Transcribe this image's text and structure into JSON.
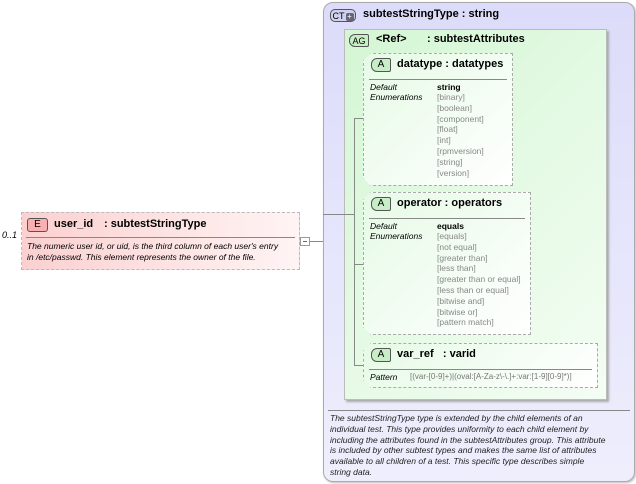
{
  "element": {
    "badge": "E",
    "name": "user_id",
    "type": ": subtestStringType",
    "occurrence": "0..1",
    "description": [
      "The numeric user id, or uid, is the third column of each user's entry",
      "in /etc/passwd.  This element represents the owner of the file."
    ]
  },
  "complex_type": {
    "badge": "CT",
    "title": "subtestStringType : string",
    "description": [
      "The subtestStringType type is extended by the child elements of an",
      "individual test.  This type provides uniformity to each child element by",
      "including the attributes found in the subtestAttributes group.  This attribute",
      "is included by other subtest types and makes the same list of attributes",
      "available to all children of a test.  This specific type describes simple",
      "string data."
    ]
  },
  "attribute_group": {
    "badge": "AG",
    "ref": "<Ref>",
    "name": ": subtestAttributes"
  },
  "attributes": [
    {
      "badge": "A",
      "title": "datatype : datatypes",
      "default_label": "Default",
      "default": "string",
      "enum_label": "Enumerations",
      "enumerations": [
        "[binary]",
        "[boolean]",
        "[component]",
        "[float]",
        "[int]",
        "[rpmversion]",
        "[string]",
        "[version]"
      ]
    },
    {
      "badge": "A",
      "title": "operator : operators",
      "default_label": "Default",
      "default": "equals",
      "enum_label": "Enumerations",
      "enumerations": [
        "[equals]",
        "[not equal]",
        "[greater than]",
        "[less than]",
        "[greater than or equal]",
        "[less than or equal]",
        "[bitwise and]",
        "[bitwise or]",
        "[pattern match]"
      ]
    },
    {
      "badge": "A",
      "title": "var_ref   : varid",
      "pattern_label": "Pattern",
      "pattern": "[(var-[0-9]+)|(oval:[A-Za-z\\-\\.]+:var:[1-9][0-9]*)]"
    }
  ],
  "colors": {
    "element": "#fcd8d8",
    "complex_type": "#dcdcfa",
    "attribute_group": "#d8f8d8"
  }
}
